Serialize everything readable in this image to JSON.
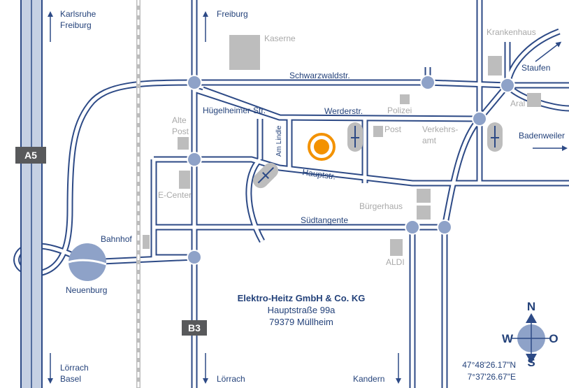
{
  "colors": {
    "road_outline": "#2d4a86",
    "road_fill": "#ffffff",
    "roundabout": "#8ea2c8",
    "building": "#bdbdbd",
    "highway_fill": "#c5d0e3",
    "marker": "#f39200",
    "text_blue": "#24427a",
    "text_grey": "#a9a9a9"
  },
  "highway": {
    "shield": "A5"
  },
  "routes": {
    "b3_shield": "B3"
  },
  "directions": {
    "karlsruhe_freiburg": [
      "Karlsruhe",
      "Freiburg"
    ],
    "freiburg_north": "Freiburg",
    "staufen": "Staufen",
    "badenweiler": "Badenweiler",
    "loerrach_basel": [
      "Lörrach",
      "Basel"
    ],
    "loerrach_south": "Lörrach",
    "kandern": "Kandern"
  },
  "streets": {
    "schwarzwaldstr": "Schwarzwaldstr.",
    "huegelheimer": "Hügelheimer-Str.",
    "werderstr": "Werderstr.",
    "am_lindle": "Am Lindle",
    "hauptstr": "Hauptstr.",
    "suedtangente": "Südtangente"
  },
  "places": {
    "bahnhof": "Bahnhof",
    "neuenburg": "Neuenburg"
  },
  "landmarks": {
    "kaserne": "Kaserne",
    "krankenhaus": "Krankenhaus",
    "aral": "Aral",
    "polizei": "Polizei",
    "post": "Post",
    "verkehrsamt": [
      "Verkehrs-",
      "amt"
    ],
    "alte_post": [
      "Alte",
      "Post"
    ],
    "e_center": "E-Center",
    "buergerhaus": "Bürgerhaus",
    "aldi": "ALDI"
  },
  "company": {
    "name": "Elektro-Heitz GmbH & Co. KG",
    "street": "Hauptstraße 99a",
    "city": "79379 Müllheim"
  },
  "compass": {
    "n": "N",
    "s": "S",
    "w": "W",
    "e": "O"
  },
  "coordinates": {
    "lat": "47°48'26.17\"N",
    "lon": "7°37'26.67\"E"
  }
}
